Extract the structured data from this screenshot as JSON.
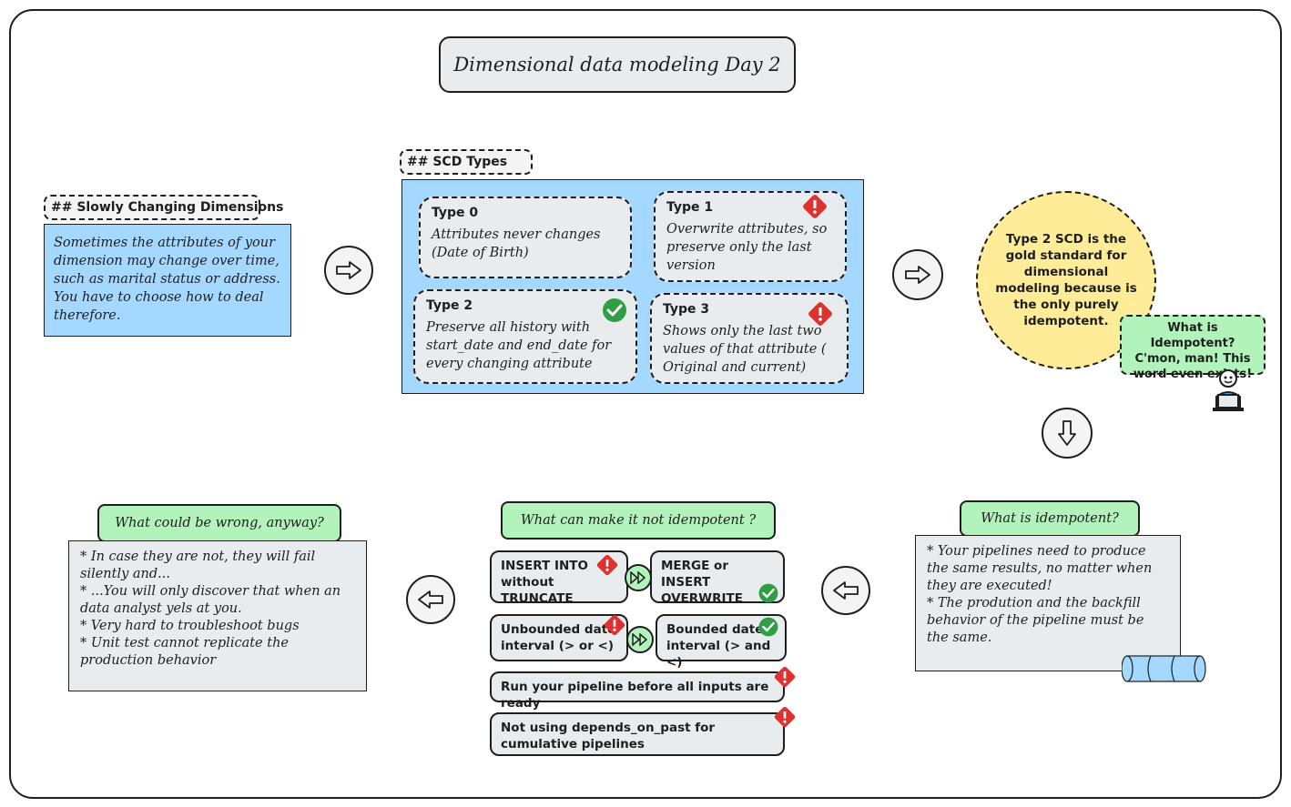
{
  "title": "Dimensional data modeling Day 2",
  "scd_section": {
    "header": "## Slowly Changing Dimensions",
    "text": "Sometimes the attributes of your dimension may change over time, such as marital status or address. You have to choose how to deal therefore."
  },
  "types_section": {
    "header": "## SCD Types",
    "types": [
      {
        "title": "Type 0",
        "desc": "Attributes never changes (Date of Birth)",
        "status": "none"
      },
      {
        "title": "Type 1",
        "desc": "Overwrite attributes, so preserve only the last version",
        "status": "warning"
      },
      {
        "title": "Type 2",
        "desc": "Preserve all history with start_date and end_date for every changing attribute",
        "status": "check"
      },
      {
        "title": "Type 3",
        "desc": "Shows only the last two values of that attribute ( Original and current)",
        "status": "warning"
      }
    ]
  },
  "gold_circle": "Type 2 SCD is the gold standard for dimensional modeling because is the only purely idempotent.",
  "speech_note": "What is Idempotent? C'mon, man! This word even exists!",
  "idempotent_section": {
    "label": "What is idempotent?",
    "lines": [
      "* Your pipelines need to produce the same results, no matter when they are executed!",
      "* The prodution and the backfill behavior of the pipeline must be the same."
    ]
  },
  "not_idempotent_section": {
    "label": "What can make it not idempotent ?",
    "pairs": [
      {
        "bad": "INSERT INTO without TRUNCATE",
        "good": "MERGE or INSERT OVERWRITE"
      },
      {
        "bad": "Unbounded date interval (> or <)",
        "good": "Bounded date interval (> and <)"
      }
    ],
    "singles": [
      "Run your pipeline before all inputs are ready",
      "Not using depends_on_past for cumulative pipelines"
    ]
  },
  "wrong_section": {
    "label": "What could be wrong, anyway?",
    "lines": [
      "* In case they are not, they will fail silently and...",
      "* ...You will only discover that when an data  analyst yels at you.",
      "* Very hard to troubleshoot bugs",
      "* Unit test cannot replicate the production behavior"
    ]
  },
  "colors": {
    "blue": "#a5d8ff",
    "green": "#b2f2bb",
    "yellow": "#ffec99",
    "red": "#e03131",
    "check": "#2f9e44"
  },
  "icons": [
    "arrow-right-icon",
    "arrow-down-icon",
    "arrow-left-icon",
    "warning-icon",
    "check-icon",
    "fast-forward-icon",
    "person-laptop-icon",
    "database-icon"
  ]
}
